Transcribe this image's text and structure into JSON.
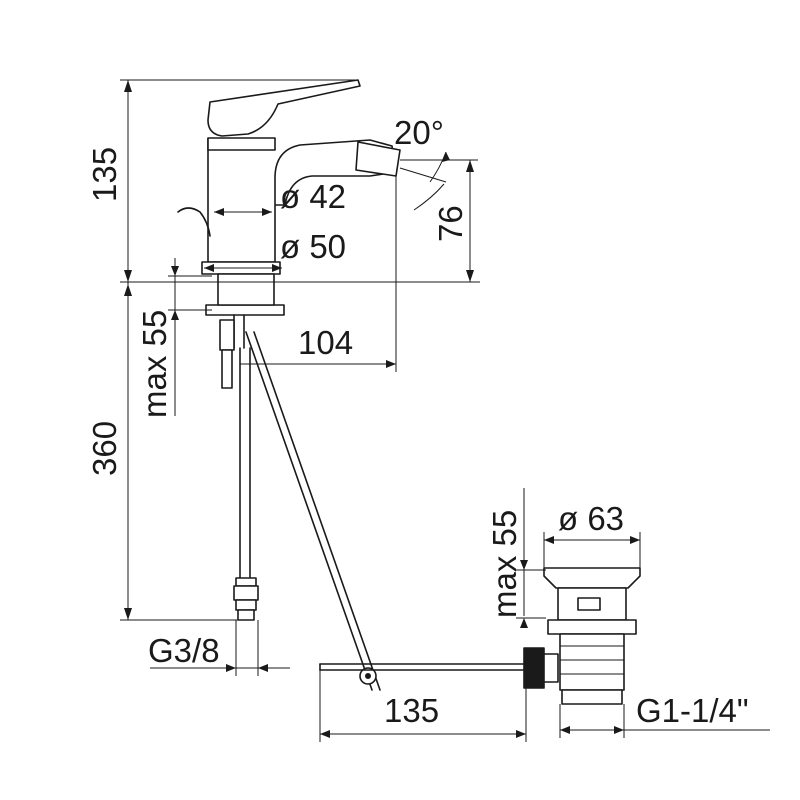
{
  "dimensions": {
    "height_faucet": "135",
    "angle": "20°",
    "diameter_small": "ø 42",
    "diameter_large": "ø 50",
    "spout_height": "76",
    "max_thickness_top": "max 55",
    "reach": "104",
    "hose_length": "360",
    "hose_connection": "G3/8",
    "max_thickness_bottom": "max 55",
    "drain_diameter": "ø 63",
    "drain_rod_length": "135",
    "drain_thread": "G1-1/4\""
  }
}
